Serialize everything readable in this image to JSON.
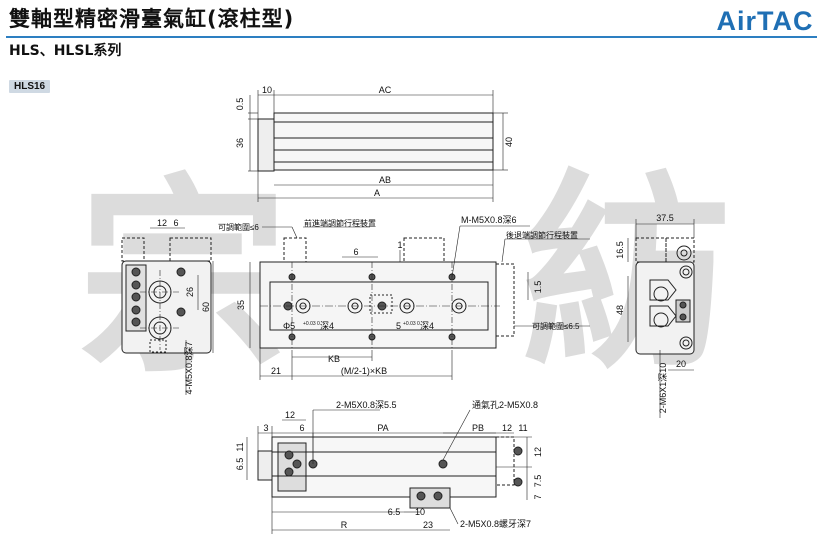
{
  "header": {
    "title": "雙軸型精密滑臺氣缸(滾柱型)",
    "subtitle": "HLS、HLSL系列",
    "brand": "AirTAC"
  },
  "model_badge": "HLS16",
  "watermark": [
    "宗",
    "紡"
  ],
  "colors": {
    "accent": "#2d7fc1",
    "brand": "#1f6fb4",
    "badge_bg": "#cfd9e3"
  },
  "dims": {
    "top": {
      "d05": "0.5",
      "d36": "36",
      "d10": "10",
      "ac": "AC",
      "d40": "40",
      "ab": "AB",
      "a": "A"
    },
    "left": {
      "d12": "12",
      "d6": "6",
      "d26": "26",
      "d60": "60",
      "m5": "4-M5X0.8深7"
    },
    "front": {
      "adj_left": "可調範圍≤6",
      "front_adj": "前進端調節行程裝置",
      "m_thread": "M-M5X0.8深6",
      "rear_adj": "後退端調節行程裝置",
      "d6": "6",
      "d1": "1",
      "d15": "1.5",
      "d35": "35",
      "phi_left": "Φ5",
      "tol": "+0.03 0",
      "depth_left": "深4",
      "phi_right": "5",
      "depth_right": "深4",
      "adj_right": "可調範圍≤6.5",
      "kb": "KB",
      "d21": "21",
      "mkb": "(M/2-1)×KB"
    },
    "right": {
      "d375": "37.5",
      "d165": "16.5",
      "d48": "48",
      "d20": "20",
      "m6": "2-M6X1深10"
    },
    "bottom": {
      "d3": "3",
      "d12a": "12",
      "d6": "6",
      "m5top": "2-M5X0.8深5.5",
      "pa": "PA",
      "vent": "通氣孔2-M5X0.8",
      "pb": "PB",
      "d12b": "12",
      "d11": "11",
      "d11v": "11",
      "d65": "6.5",
      "d12v": "12",
      "d75": "7.5",
      "d7": "7",
      "r": "R",
      "d65b": "6.5",
      "d10": "10",
      "d23": "23",
      "m5bot": "2-M5X0.8螺牙深7"
    }
  }
}
